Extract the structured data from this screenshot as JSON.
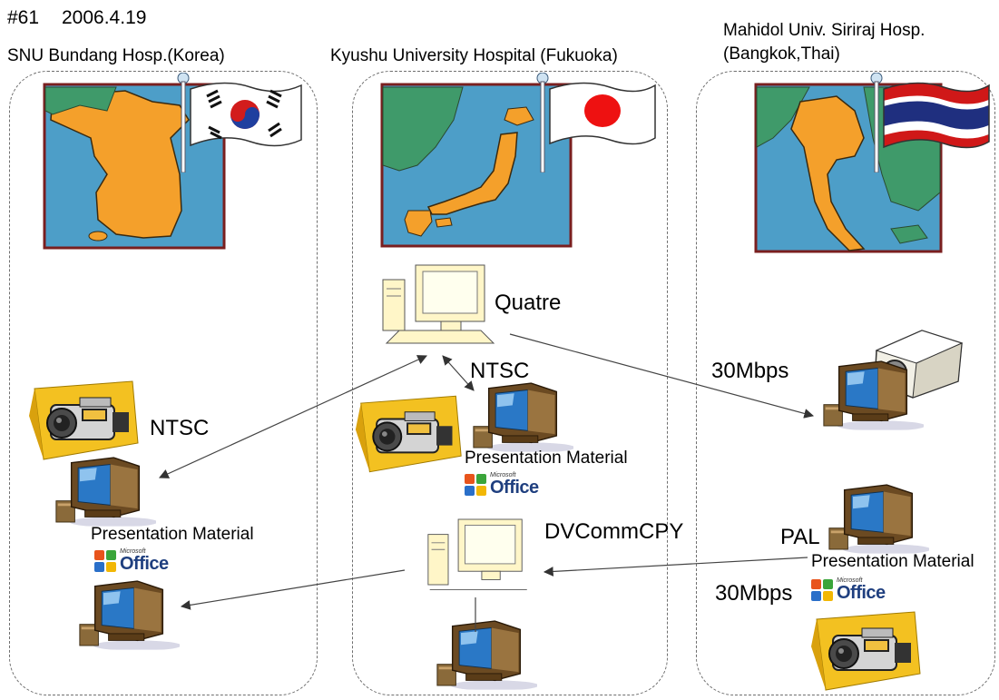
{
  "header": {
    "meeting_no": "#61",
    "date": "2006.4.19"
  },
  "sites": [
    {
      "name": "SNU Bundang Hosp.(Korea)"
    },
    {
      "name": "Kyushu University Hospital (Fukuoka)"
    },
    {
      "name_line1": "Mahidol Univ. Siriraj Hosp.",
      "name_line2": "(Bangkok,Thai)"
    }
  ],
  "labels": {
    "quatre": "Quatre",
    "ntsc_korea": "NTSC",
    "ntsc_kyushu": "NTSC",
    "bitrate_top": "30Mbps",
    "bitrate_bottom": "30Mbps",
    "pal": "PAL",
    "dvcommcpy": "DVCommCPY",
    "presentation_kyushu": "Presentation Material",
    "presentation_korea": "Presentation Material",
    "presentation_thai": "Presentation Material"
  },
  "office_logo": {
    "small": "Microsoft",
    "large": "Office"
  },
  "colors": {
    "map_sea": "#4d9ec8",
    "land_korea_japan": "#f4a02b",
    "land_thai": "#f4a02b",
    "land_neighbors": "#3f9a6a",
    "map_frame": "#7a1f1f",
    "monitor_screen": "#2a78c6",
    "pc_beige": "#fff6c8",
    "camera_yellow": "#f3c121"
  },
  "icons": [
    "korea-map-icon",
    "korea-flag-icon",
    "japan-map-icon",
    "japan-flag-icon",
    "thailand-map-icon",
    "thailand-flag-icon",
    "pc-icon",
    "monitor-icon",
    "camcorder-icon",
    "projector-icon",
    "office-logo-icon"
  ]
}
